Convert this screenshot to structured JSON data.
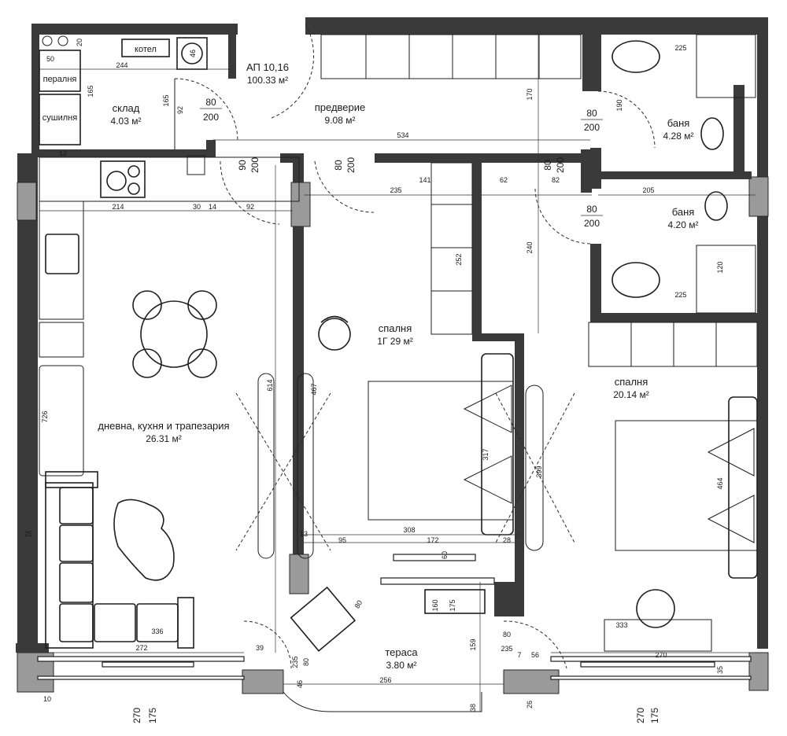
{
  "apartment": {
    "title": "АП 10,16",
    "area": "100.33 м²"
  },
  "rooms": {
    "storage": {
      "name": "склад",
      "area": "4.03 м²"
    },
    "hall": {
      "name": "предверие",
      "area": "9.08 м²"
    },
    "bath1": {
      "name": "баня",
      "area": "4.28 м²"
    },
    "bath2": {
      "name": "баня",
      "area": "4.20 м²"
    },
    "living": {
      "name": "дневна, кухня и трапезария",
      "area": "26.31 м²"
    },
    "bedroom1": {
      "name": "спалня",
      "area": "1Г 29 м²"
    },
    "bedroom2": {
      "name": "спалня",
      "area": "20.14 м²"
    },
    "terrace": {
      "name": "тераса",
      "area": "3.80 м²"
    }
  },
  "fixtures": {
    "boiler": "котел",
    "washer": "пералня",
    "dryer": "сушилня"
  },
  "doors": [
    {
      "w": "80",
      "h": "200"
    },
    {
      "w": "80",
      "h": "200"
    },
    {
      "w": "80",
      "h": "200"
    },
    {
      "w": "90",
      "h": "200"
    },
    {
      "w": "80",
      "h": "200"
    },
    {
      "w": "80",
      "h": "200"
    }
  ],
  "dims": {
    "d534": "534",
    "d244": "244",
    "d214": "214",
    "d205": "205",
    "d225a": "225",
    "d225b": "225",
    "d170": "170",
    "d240": "240",
    "d252": "252",
    "d308": "308",
    "d172": "172",
    "d95": "95",
    "d726": "726",
    "d614": "614",
    "d467": "467",
    "d317": "317",
    "d399": "399",
    "d464": "464",
    "d336": "336",
    "d272": "272",
    "d256": "256",
    "d270": "270",
    "d333": "333",
    "d159": "159",
    "d141": "141",
    "d235": "235",
    "d120": "120",
    "d165": "165",
    "d165b": "165",
    "d92": "92",
    "d50": "50",
    "d46": "46",
    "d25": "25",
    "d12": "12",
    "d62": "62",
    "d82": "82",
    "d30": "30",
    "d14": "14",
    "d190": "190",
    "d39": "39",
    "d28": "28",
    "d56": "56",
    "d160": "160",
    "d175": "175",
    "d60": "60",
    "d35": "35",
    "d20": "20",
    "d26": "26",
    "d38": "38",
    "d46b": "46",
    "d10": "10",
    "d7": "7",
    "d13": "13",
    "d2351": "235",
    "d2352": "235",
    "d80a": "80",
    "d80b": "80",
    "d80c": "80",
    "d2701": "270",
    "d2702": "270",
    "d1751": "175",
    "d1752": "175"
  }
}
